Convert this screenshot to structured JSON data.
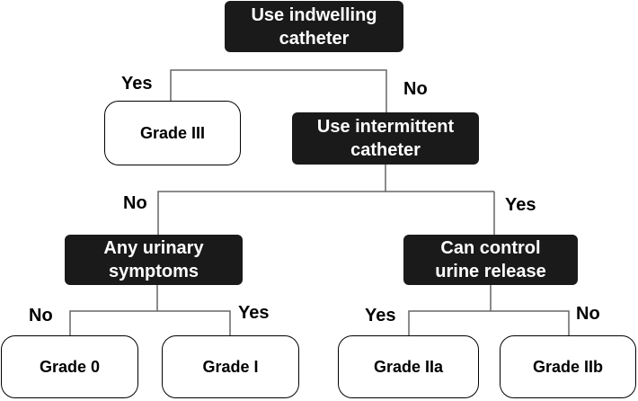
{
  "colors": {
    "decision_fill": "#1a1a1a",
    "decision_text": "#ffffff",
    "outcome_border": "#000000",
    "line": "#666666"
  },
  "nodes": {
    "indwelling": {
      "line1": "Use indwelling",
      "line2": "catheter"
    },
    "intermittent": {
      "line1": "Use intermittent",
      "line2": "catheter"
    },
    "urinary_symptoms": {
      "line1": "Any urinary",
      "line2": "symptoms"
    },
    "control_release": {
      "line1": "Can control",
      "line2": "urine release"
    },
    "grade_iii": "Grade III",
    "grade_0": "Grade 0",
    "grade_i": "Grade I",
    "grade_iia": "Grade IIa",
    "grade_iib": "Grade IIb"
  },
  "edges": {
    "indwelling_yes": "Yes",
    "indwelling_no": "No",
    "intermittent_no": "No",
    "intermittent_yes": "Yes",
    "symptoms_no": "No",
    "symptoms_yes": "Yes",
    "control_yes": "Yes",
    "control_no": "No"
  }
}
